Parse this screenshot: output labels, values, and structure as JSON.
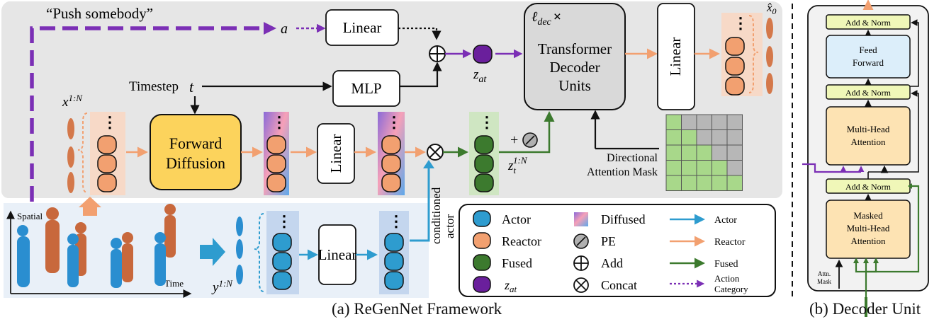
{
  "prompt_text": "“Push somebody”",
  "math": {
    "a": "a",
    "t": "t",
    "x_base": "x",
    "x_sup": "1:N",
    "y_base": "y",
    "y_sup": "1:N",
    "z_base": "z",
    "z_at_sub": "at",
    "z_t_sub": "t",
    "z_t_sup": "1:N",
    "x0_hat": "x̂",
    "x0_sub": "0",
    "l_dec": "ℓ",
    "l_dec_sub": "dec",
    "times": "×",
    "pe_plus": "+"
  },
  "blocks": {
    "linear": "Linear",
    "mlp": "MLP",
    "timestep": "Timestep",
    "forward_diffusion": [
      "Forward",
      "Diffusion"
    ],
    "transformer": [
      "Transformer",
      "Decoder",
      "Units"
    ],
    "mask_label": [
      "Directional",
      "Attention Mask"
    ],
    "actor_conditioned": [
      "actor",
      "conditioned"
    ],
    "spatial": "Spatial",
    "time": "Time"
  },
  "legend": {
    "actor": "Actor",
    "reactor": "Reactor",
    "fused": "Fused",
    "diffused": "Diffused",
    "pe": "PE",
    "add": "Add",
    "concat": "Concat",
    "arrow_actor": "Actor",
    "arrow_reactor": "Reactor",
    "arrow_fused": "Fused",
    "arrow_action": [
      "Action",
      "Category"
    ]
  },
  "decoder_unit": {
    "add_norm": "Add & Norm",
    "feed_forward": [
      "Feed",
      "Forward"
    ],
    "mha": [
      "Multi-Head",
      "Attention"
    ],
    "masked_mha": [
      "Masked",
      "Multi-Head",
      "Attention"
    ],
    "attn_mask": [
      "Attn.",
      "Mask"
    ]
  },
  "mask_grid": [
    [
      1,
      0,
      0,
      0,
      0
    ],
    [
      1,
      1,
      0,
      0,
      0
    ],
    [
      1,
      1,
      1,
      0,
      0
    ],
    [
      1,
      1,
      1,
      1,
      0
    ],
    [
      1,
      1,
      1,
      1,
      1
    ]
  ],
  "captions": {
    "a": "(a) ReGenNet Framework",
    "b": "(b) Decoder Unit"
  },
  "colors": {
    "actor": "#2e9ccf",
    "reactor": "#f2a070",
    "fused": "#3c7a2e",
    "zat": "#6a1f9c",
    "diffuse_bg": "#f7d9c7",
    "actor_bg": "#c4d6ee",
    "fused_bg": "#cfe6c2",
    "purple_arrow": "#7b2fb5",
    "gray_panel": "#e6e6e6",
    "yellow": "#fcd35c",
    "light_yellow": "#f0f7b8",
    "light_blue": "#dceefa",
    "light_orange": "#fde3b3",
    "mask_green": "#a8d88a",
    "mask_gray": "#b7b7b7"
  }
}
